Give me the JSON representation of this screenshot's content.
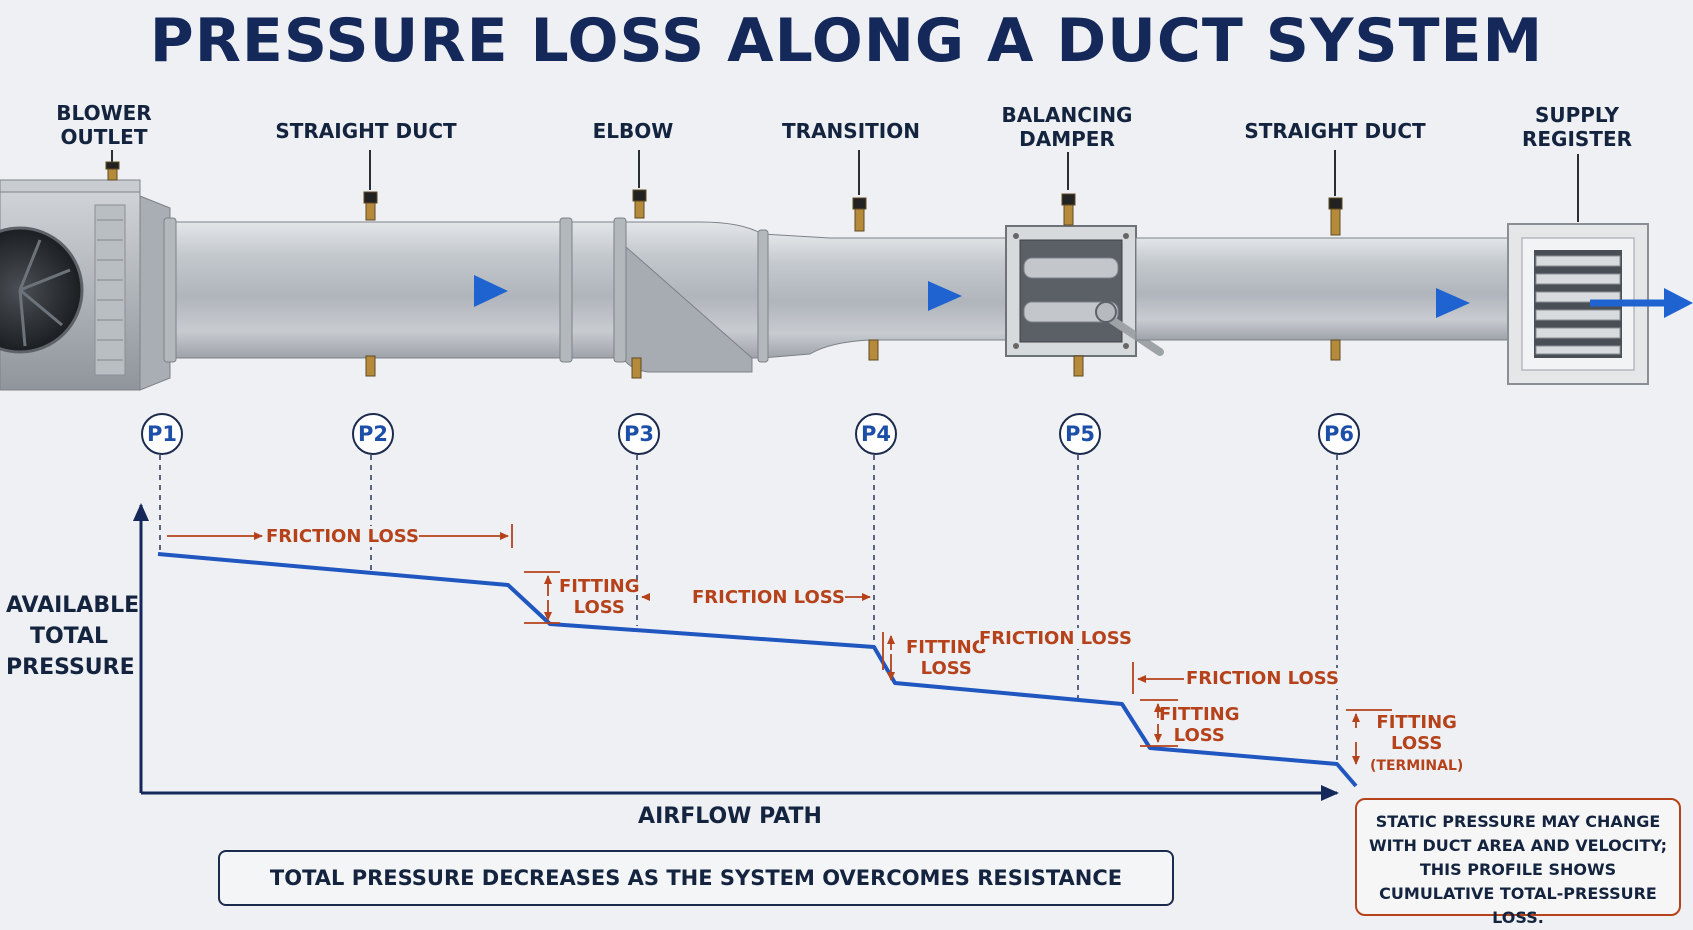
{
  "title": "PRESSURE LOSS ALONG A DUCT SYSTEM",
  "components": [
    {
      "label": "BLOWER\nOUTLET"
    },
    {
      "label": "STRAIGHT DUCT"
    },
    {
      "label": "ELBOW"
    },
    {
      "label": "TRANSITION"
    },
    {
      "label": "BALANCING\nDAMPER"
    },
    {
      "label": "STRAIGHT DUCT"
    },
    {
      "label": "SUPPLY\nREGISTER"
    }
  ],
  "points": [
    "P1",
    "P2",
    "P3",
    "P4",
    "P5",
    "P6"
  ],
  "losses": {
    "friction1": "FRICTION LOSS",
    "fitting1": "FITTING\nLOSS",
    "friction2": "FRICTION LOSS",
    "fitting2": "FITTING\nLOSS",
    "friction3": "FRICTION LOSS",
    "friction4": "FRICTION LOSS",
    "fitting3": "FITTING\nLOSS",
    "fitting4": "FITTING\nLOSS",
    "terminal": "(TERMINAL)"
  },
  "axes": {
    "y_label": "AVAILABLE\nTOTAL\nPRESSURE",
    "x_label": "AIRFLOW PATH"
  },
  "statement": "TOTAL PRESSURE DECREASES AS THE SYSTEM OVERCOMES RESISTANCE",
  "note": "STATIC PRESSURE MAY CHANGE\nWITH DUCT AREA AND VELOCITY;\nTHIS PROFILE SHOWS\nCUMULATIVE TOTAL-PRESSURE LOSS.",
  "colors": {
    "title": "#14285a",
    "profile_line": "#1f56c0",
    "loss_text": "#b5421a",
    "airflow_arrow": "#1f63d1"
  }
}
